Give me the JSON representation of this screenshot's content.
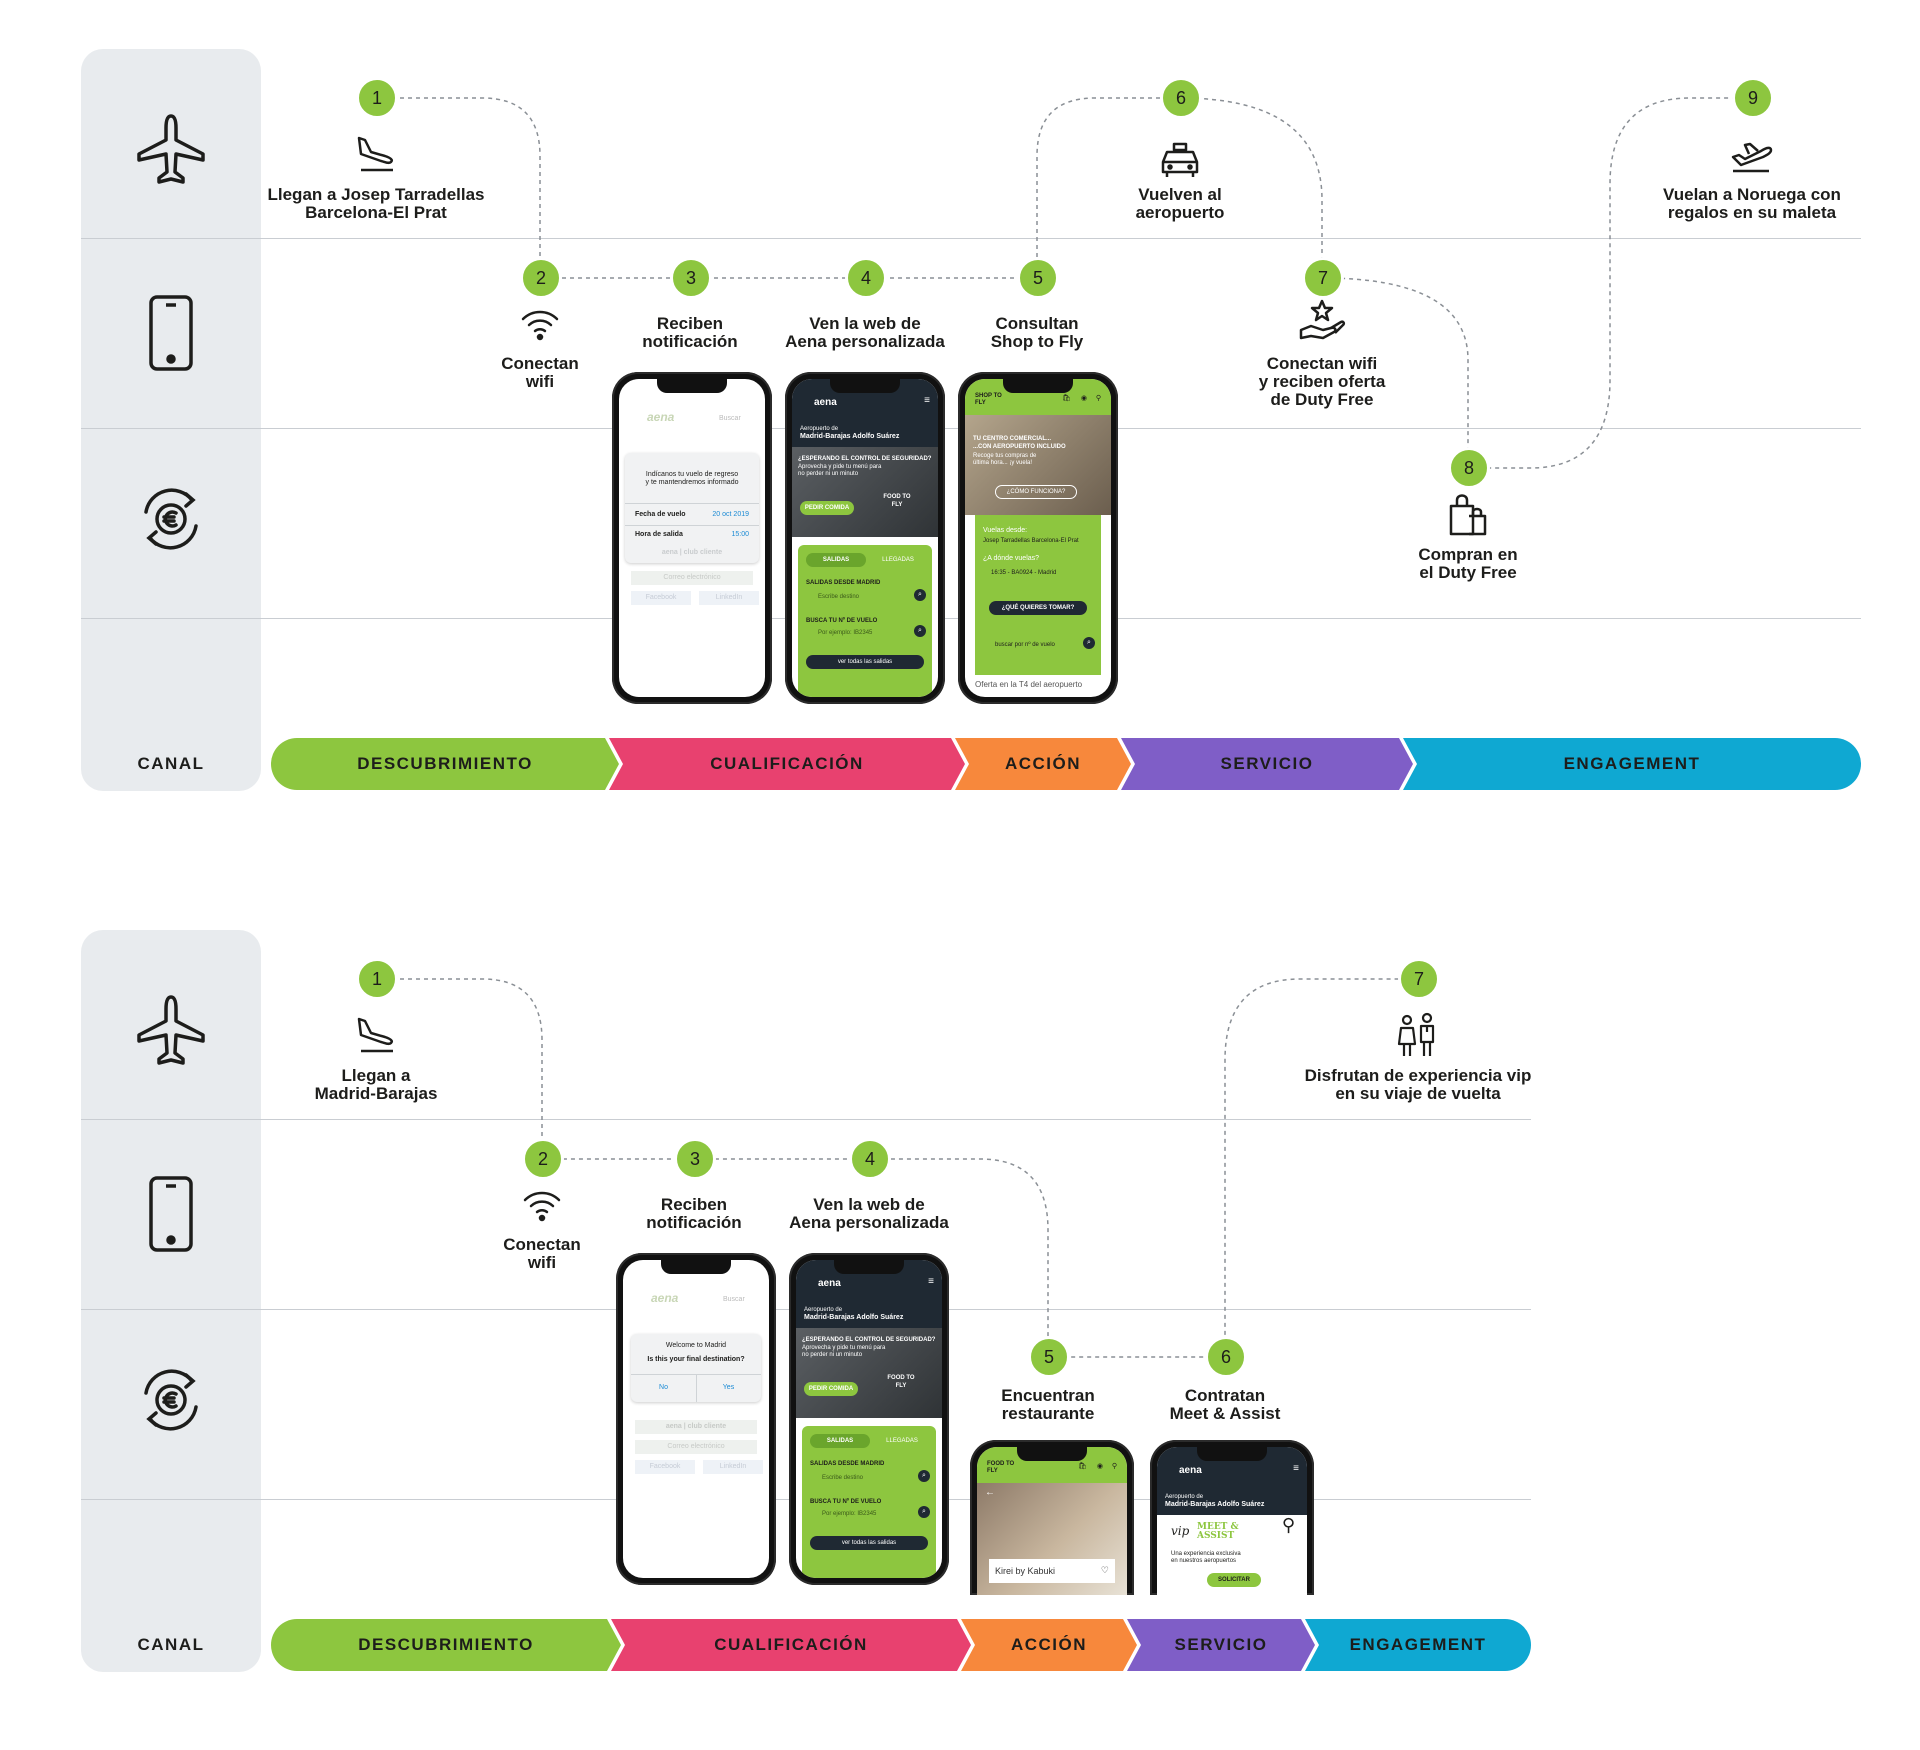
{
  "colors": {
    "green": "#8dc63f",
    "pink": "#e8416f",
    "orange": "#f7883c",
    "purple": "#7f5ec7",
    "blue": "#0fa8d2",
    "gray_panel": "#e8ebee",
    "dark": "#1f2933"
  },
  "rows": {
    "icons": [
      "airplane-icon",
      "smartphone-icon",
      "euro-cycle-icon"
    ],
    "canal_label": "CANAL"
  },
  "journey1": {
    "stages": [
      "DESCUBRIMIENTO",
      "CUALIFICACIÓN",
      "ACCIÓN",
      "SERVICIO",
      "ENGAGEMENT"
    ],
    "steps": [
      {
        "n": "1",
        "line1": "Llegan a Josep Tarradellas",
        "line2": "Barcelona-El Prat",
        "icon": "plane-landing-icon"
      },
      {
        "n": "2",
        "line1": "Conectan",
        "line2": "wifi",
        "icon": "wifi-icon"
      },
      {
        "n": "3",
        "line1": "Reciben",
        "line2": "notificación"
      },
      {
        "n": "4",
        "line1": "Ven la web de",
        "line2": "Aena personalizada"
      },
      {
        "n": "5",
        "line1": "Consultan",
        "line2": "Shop to Fly"
      },
      {
        "n": "6",
        "line1": "Vuelven al",
        "line2": "aeropuerto",
        "icon": "taxi-icon"
      },
      {
        "n": "7",
        "line1": "Conectan wifi",
        "line2": "y reciben oferta",
        "line3": "de Duty Free",
        "icon": "hand-star-icon"
      },
      {
        "n": "8",
        "line1": "Compran en",
        "line2": "el Duty Free",
        "icon": "shopping-bags-icon"
      },
      {
        "n": "9",
        "line1": "Vuelan a Noruega con",
        "line2": "regalos en su maleta",
        "icon": "plane-takeoff-icon"
      }
    ],
    "phones": {
      "p1": {
        "logo": "aena",
        "search": "Buscar",
        "msg1": "Indícanos tu vuelo de regreso",
        "msg2": "y te mantendremos informado",
        "row1_label": "Fecha de vuelo",
        "row1_value": "20 oct 2019",
        "row2_label": "Hora de salida",
        "row2_value": "15:00",
        "club": "aena | club cliente",
        "email": "Correo electrónico",
        "fb": "Facebook",
        "li": "LinkedIn"
      },
      "p2": {
        "logo": "aena",
        "airport_pre": "Aeropuerto de",
        "airport": "Madrid-Barajas Adolfo Suárez",
        "promo_title": "¿ESPERANDO EL CONTROL DE SEGURIDAD?",
        "promo_text": "Aprovecha y pide tu menú para no perder ni un minuto",
        "order": "PEDIR COMIDA",
        "food": "FOOD TO FLY",
        "tab1": "SALIDAS",
        "tab2": "LLEGADAS",
        "dep": "SALIDAS DESDE MADRID",
        "dest": "Escribe destino",
        "flight": "BUSCA TU Nº DE VUELO",
        "example": "Por ejemplo: IB2345",
        "all": "ver todas las salidas"
      },
      "p3": {
        "brand": "SHOP TO FLY",
        "hero1": "TU CENTRO COMERCIAL...",
        "hero2": "...CON AEROPUERTO INCLUIDO",
        "hero3": "Recoge tus compras de última hora... ¡y vuela!",
        "how": "¿CÓMO FUNCIONA?",
        "from_label": "Vuelas desde:",
        "from": "Josep Tarradellas Barcelona-El Prat",
        "to_label": "¿A dónde vuelas?",
        "flight": "16:35 - BA0924 - Madrid",
        "cta": "¿QUÉ QUIERES TOMAR?",
        "search": "buscar por nº de vuelo",
        "footer": "Oferta en la T4 del aeropuerto"
      }
    }
  },
  "journey2": {
    "stages": [
      "DESCUBRIMIENTO",
      "CUALIFICACIÓN",
      "ACCIÓN",
      "SERVICIO",
      "ENGAGEMENT"
    ],
    "steps": [
      {
        "n": "1",
        "line1": "Llegan a",
        "line2": "Madrid-Barajas",
        "icon": "plane-landing-icon"
      },
      {
        "n": "2",
        "line1": "Conectan",
        "line2": "wifi",
        "icon": "wifi-icon"
      },
      {
        "n": "3",
        "line1": "Reciben",
        "line2": "notificación"
      },
      {
        "n": "4",
        "line1": "Ven la web de",
        "line2": "Aena personalizada"
      },
      {
        "n": "5",
        "line1": "Encuentran",
        "line2": "restaurante"
      },
      {
        "n": "6",
        "line1": "Contratan",
        "line2": "Meet & Assist"
      },
      {
        "n": "7",
        "line1": "Disfrutan de experiencia vip",
        "line2": "en su viaje de vuelta",
        "icon": "vip-people-icon"
      }
    ],
    "phones": {
      "p1": {
        "logo": "aena",
        "search": "Buscar",
        "welcome": "Welcome to Madrid",
        "question": "Is this your final destination?",
        "no": "No",
        "yes": "Yes",
        "club": "aena | club cliente",
        "email": "Correo electrónico",
        "fb": "Facebook",
        "li": "LinkedIn"
      },
      "p4": {
        "brand": "FOOD TO FLY",
        "restaurant": "Kirei by Kabuki"
      },
      "p5": {
        "airport_pre": "Aeropuerto de",
        "airport": "Madrid-Barajas Adolfo Suárez",
        "vip": "vip",
        "meet": "MEET & ASSIST",
        "tag1": "Una experiencia exclusiva",
        "tag2": "en nuestros aeropuertos",
        "cta": "SOLICITAR"
      }
    }
  }
}
